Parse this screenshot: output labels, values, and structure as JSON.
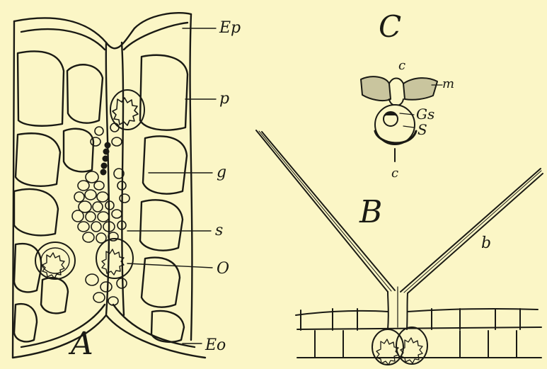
{
  "panels": {
    "A": {
      "letter": "A"
    },
    "B": {
      "letter": "B"
    },
    "C": {
      "letter": "C"
    }
  },
  "labels": {
    "ep": "Ep",
    "p": "p",
    "g": "g",
    "s": "s",
    "o": "O",
    "eo": "Eo",
    "c_top": "c",
    "m": "m",
    "gs": "Gs",
    "s_big": "S",
    "c_bottom": "c",
    "b": "b"
  }
}
